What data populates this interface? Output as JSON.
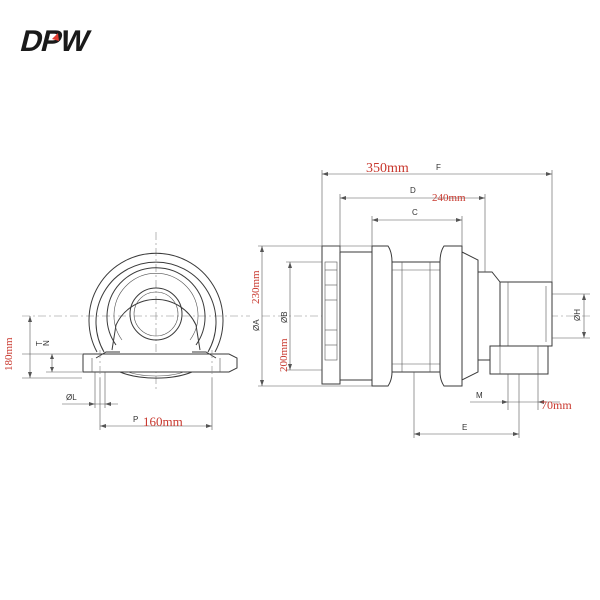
{
  "logo": {
    "text": "DPW",
    "color": "#1a1a1a",
    "accent": "#e03a2f"
  },
  "colors": {
    "line": "#3a3a3a",
    "dimension_value": "#c8372d",
    "label": "#333333"
  },
  "side_view": {
    "labels": {
      "T": "T",
      "N": "N",
      "L": "ØL",
      "P": "P"
    },
    "values": {
      "T": "180mm",
      "P": "160mm"
    }
  },
  "front_view": {
    "labels": {
      "F": "F",
      "D": "D",
      "C": "C",
      "A": "ØA",
      "B": "ØB",
      "H": "ØH",
      "M": "M",
      "E": "E"
    },
    "values": {
      "F": "350mm",
      "D": "240mm",
      "A": "230mm",
      "B": "200mm",
      "M": "70mm"
    }
  }
}
